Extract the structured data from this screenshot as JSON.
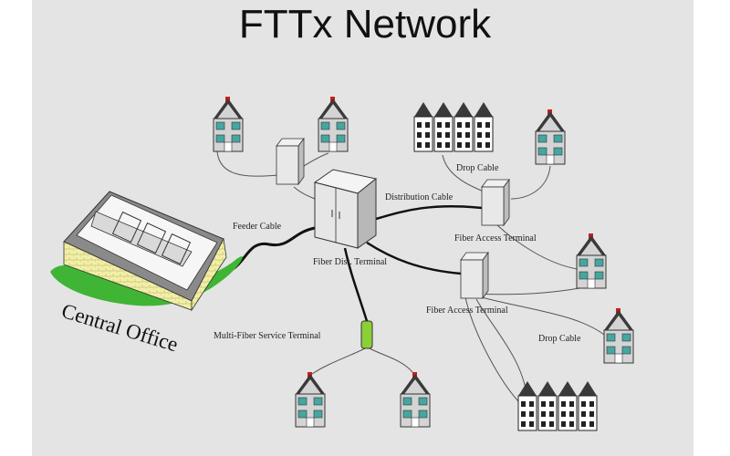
{
  "title": "FTTx Network",
  "labels": {
    "central_office": "Central Office",
    "feeder_cable": "Feeder Cable",
    "fiber_dist_terminal": "Fiber Dist. Terminal",
    "distribution_cable": "Distribution Cable",
    "drop_cable_top": "Drop Cable",
    "drop_cable_right": "Drop Cable",
    "fiber_access_terminal_1": "Fiber Access Terminal",
    "fiber_access_terminal_2": "Fiber Access Terminal",
    "multi_fiber_service_terminal": "Multi-Fiber Service Terminal"
  },
  "colors": {
    "background": "#e4e4e4",
    "house_wall": "#d4d4d4",
    "house_roof": "#3a3a3a",
    "window": "#46a6a0",
    "chimney": "#c81e1e",
    "grass": "#3fb435",
    "building_wall": "#f2f0a6",
    "terminal_green": "#8cd038"
  }
}
